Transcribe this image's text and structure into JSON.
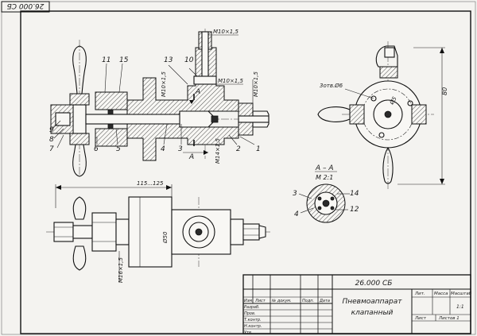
{
  "sheet": {
    "stamp_code": "26.000 СБ",
    "title_code": "26.000 СБ",
    "title_name_line1": "Пневмоаппарат",
    "title_name_line2": "клапанный"
  },
  "section_view": {
    "title": "А – А",
    "scale": "М 2:1",
    "cut_letter": "А"
  },
  "positions": {
    "p1": "1",
    "p2": "2",
    "p3": "3",
    "p4": "4",
    "p5": "5",
    "p6": "6",
    "p7": "7",
    "p8": "8",
    "p9": "9",
    "p10": "10",
    "p11": "11",
    "p12": "12",
    "p13": "13",
    "p14": "14",
    "p15": "15",
    "s3": "3",
    "s4": "4"
  },
  "dimensions": {
    "m10_top": "M10×1,5",
    "m10_right": "M10×1,5",
    "m10_inner": "M10×1,5",
    "m10_vert": "M10×1,5",
    "m14": "M14×1,5",
    "m16": "M16×1,5",
    "holes": "3отв.Ø6",
    "dia5": "Ø5",
    "dia50": "Ø50",
    "len": "115...125",
    "height": "80"
  },
  "title_block": {
    "lit": "Лит.",
    "massa": "Масса",
    "masshtab": "Масштаб",
    "scale_value": "1:1",
    "list": "Лист",
    "listov": "Листов 1",
    "cols": [
      "Изм.",
      "Лист",
      "№ докум.",
      "Подп.",
      "Дата"
    ],
    "rows": [
      "Разраб.",
      "Пров.",
      "Т.контр.",
      "",
      "Н.контр.",
      "Утв."
    ]
  }
}
